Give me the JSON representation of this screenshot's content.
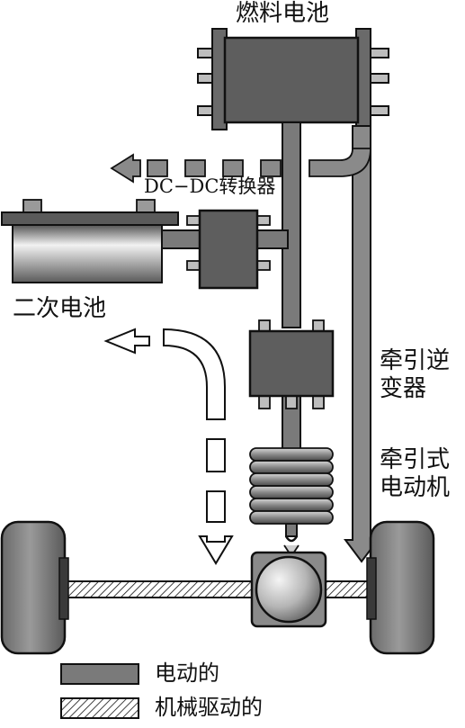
{
  "labels": {
    "fuel_cell": "燃料电池",
    "dcdc": "DC−DC转换器",
    "battery": "二次电池",
    "inverter_line1": "牵引逆",
    "inverter_line2": "变器",
    "motor_line1": "牵引式",
    "motor_line2": "电动机"
  },
  "legend": {
    "electric": "电动的",
    "mechanical": "机械驱动的"
  },
  "colors": {
    "electric_fill": "#7a7a7a",
    "dark_fill": "#555555",
    "outline": "#111111"
  }
}
